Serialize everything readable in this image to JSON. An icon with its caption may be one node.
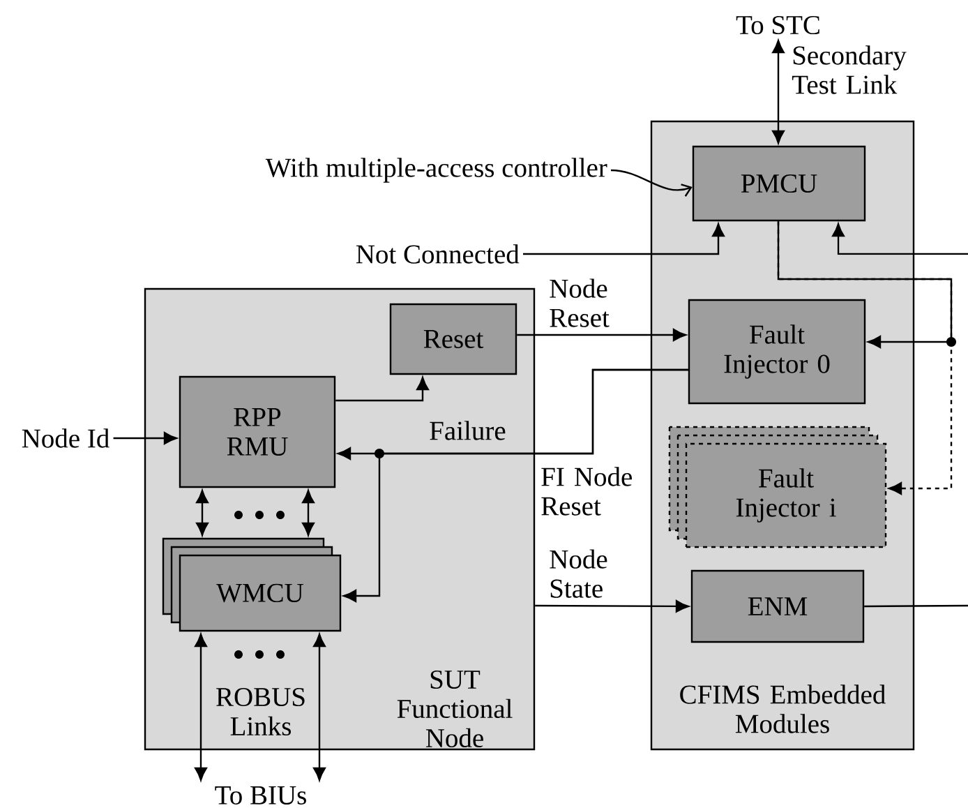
{
  "diagram": {
    "nodes": [
      {
        "text": [
          "SUT Functional Node"
        ]
      },
      {
        "text": [
          "Reset"
        ],
        "in": 0
      },
      {
        "text": [
          "RPP RMU"
        ],
        "in": 0
      },
      {
        "text": [
          "WMCU"
        ],
        "in": 0
      },
      {
        "text": [
          "CFIMS Embedded Modules"
        ]
      },
      {
        "text": [
          "PMCU"
        ],
        "in": 4
      },
      {
        "text": [
          "Fault Injector 0"
        ],
        "in": 4
      },
      {
        "text": [
          "Fault Injector i"
        ],
        "in": 4
      },
      {
        "text": [
          "ENM"
        ],
        "in": 4
      },
      {
        "text": [
          "Node Id"
        ]
      },
      {
        "text": [
          "To STC"
        ]
      },
      {
        "text": [
          "With multiple-access controller"
        ]
      },
      {
        "text": [
          "Not Connected"
        ]
      },
      {
        "text": [
          "To BIUs"
        ]
      }
    ],
    "edges": [
      {
        "from": 9,
        "to": 2,
        "arrow": "to"
      },
      {
        "from": 2,
        "to": 1,
        "arrow": "to",
        "label": "Failure"
      },
      {
        "from": 1,
        "to": 6,
        "arrow": "to",
        "label": "Node Reset"
      },
      {
        "from": 6,
        "to": 2,
        "arrow": "to",
        "label": "FI Node Reset"
      },
      {
        "from": 6,
        "to": 3,
        "arrow": "to"
      },
      {
        "from": 2,
        "to": 3,
        "arrow": "both"
      },
      {
        "from": 2,
        "to": 3,
        "arrow": "both"
      },
      {
        "from": 3,
        "to": 13,
        "arrow": "both"
      },
      {
        "from": 3,
        "to": 13,
        "arrow": "both"
      },
      {
        "from": 10,
        "to": 5,
        "arrow": "both",
        "label": "Secondary Test Link"
      },
      {
        "from": 11,
        "to": 5,
        "arrow": "to"
      },
      {
        "from": 12,
        "to": 5,
        "arrow": "to"
      },
      {
        "from": null,
        "to": 5,
        "arrow": "to"
      },
      {
        "from": 5,
        "to": 6,
        "arrow": "to"
      },
      {
        "from": 5,
        "to": 7,
        "arrow": "to",
        "style": "dashed"
      },
      {
        "from": 0,
        "to": 8,
        "arrow": "to",
        "label": "Node State"
      },
      {
        "from": 8,
        "to": null,
        "arrow": "none"
      }
    ],
    "labels": [
      "ROBUS Links"
    ]
  }
}
